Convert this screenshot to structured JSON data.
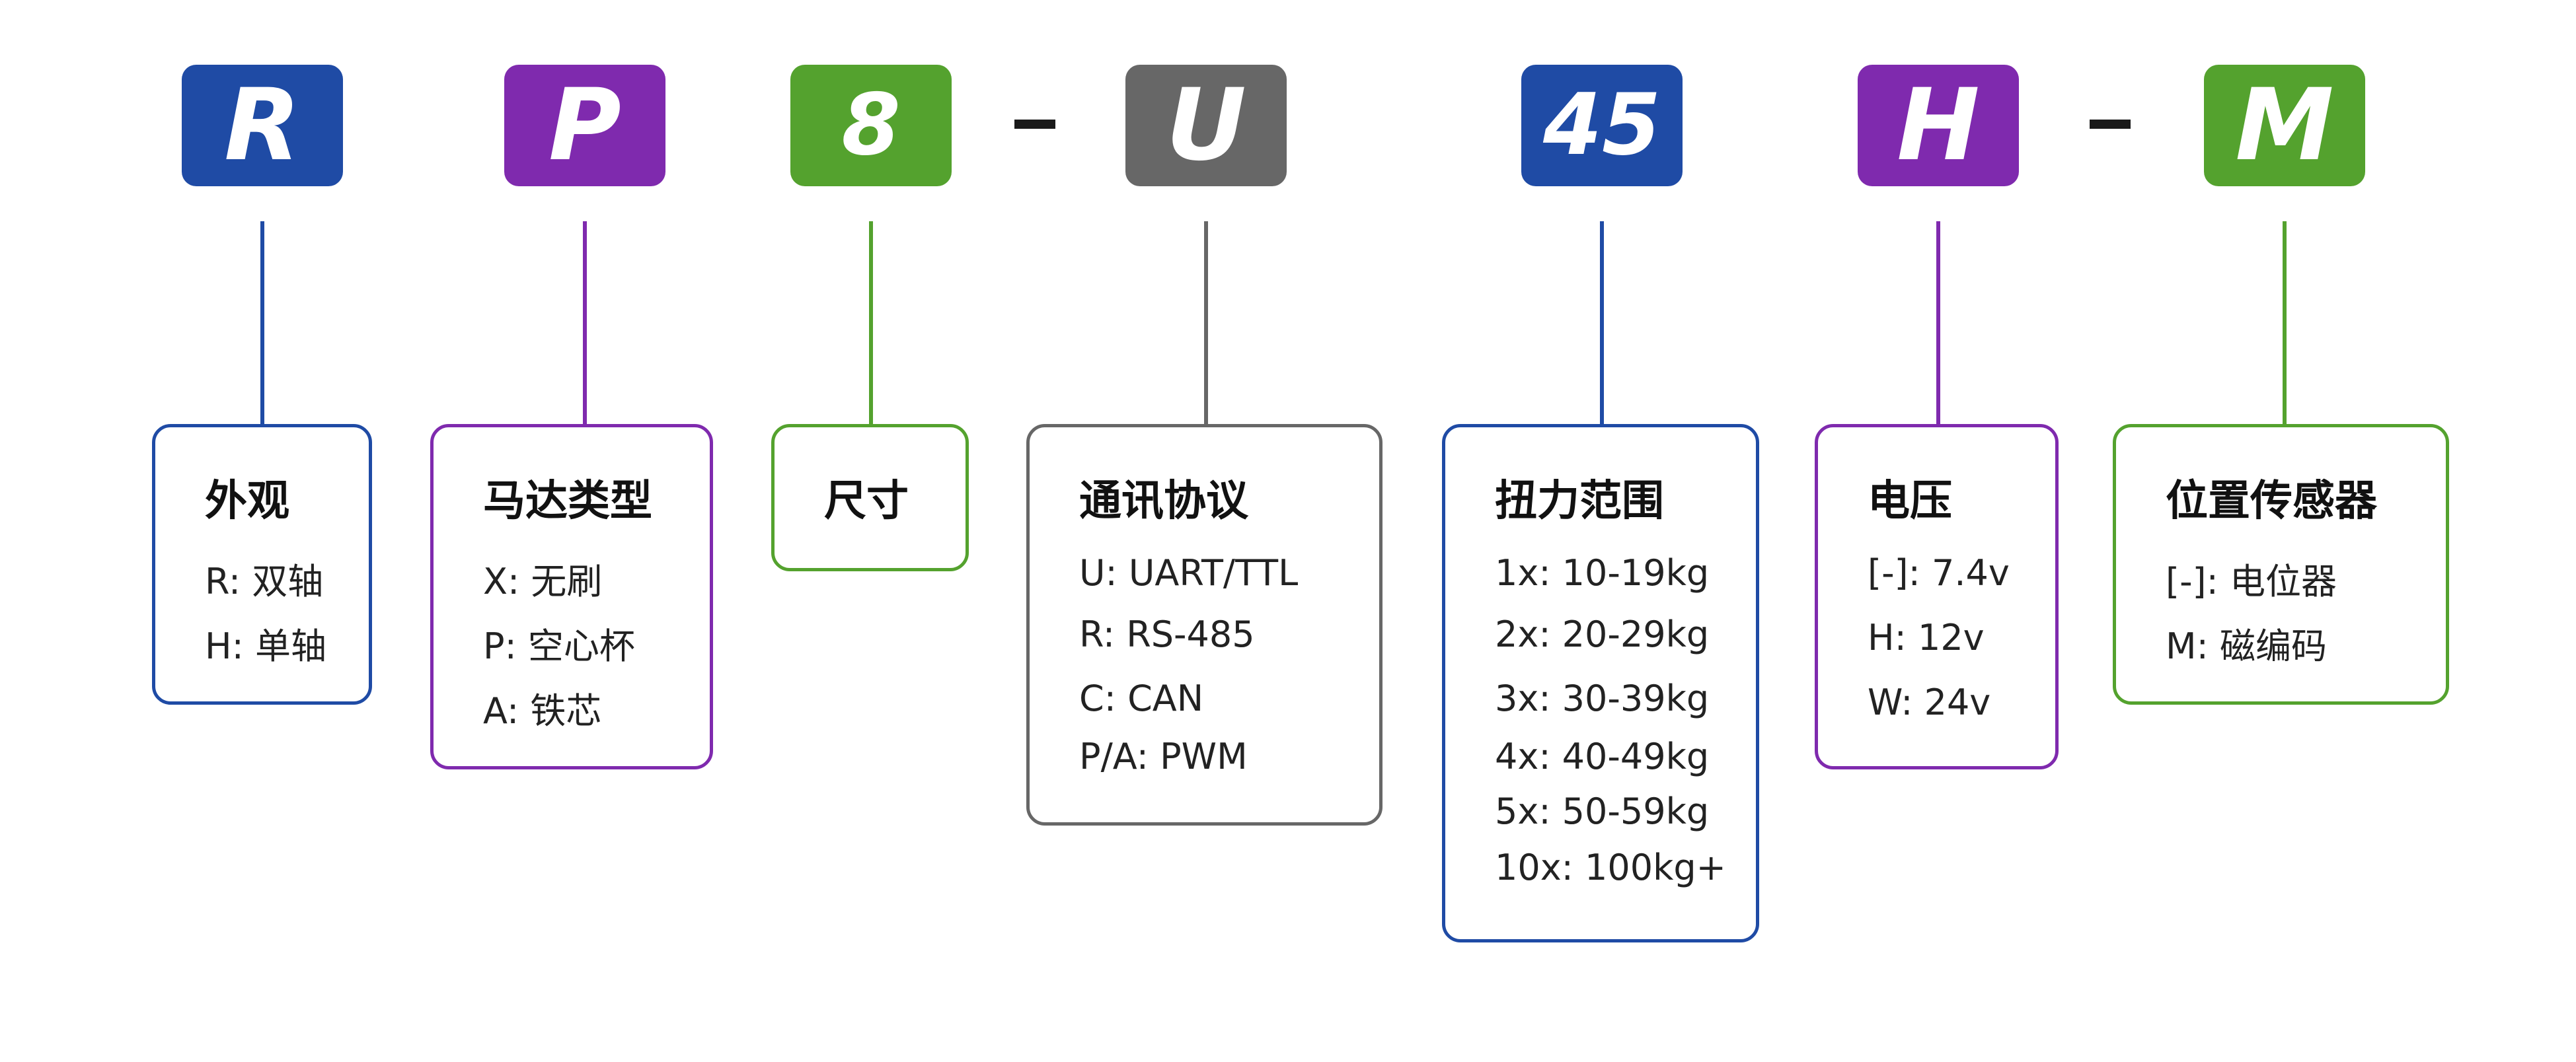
{
  "colors": {
    "blue": "#1f4ba5",
    "purple": "#7f2aae",
    "green": "#54a22e",
    "gray": "#676767"
  },
  "code": {
    "r": "R",
    "p": "P",
    "n8": "8",
    "dash1": "-",
    "u": "U",
    "n45": "45",
    "h": "H",
    "dash2": "-",
    "m": "M"
  },
  "sections": {
    "appearance": {
      "title": "外观",
      "items": [
        "R: 双轴",
        "H: 单轴"
      ]
    },
    "motor_type": {
      "title": "马达类型",
      "items": [
        "X: 无刷",
        "P: 空心杯",
        "A: 铁芯"
      ]
    },
    "size": {
      "title": "尺寸",
      "items": []
    },
    "protocol": {
      "title": "通讯协议",
      "items": [
        "U: UART/TTL",
        "R: RS-485",
        "C: CAN",
        "P/A: PWM"
      ]
    },
    "torque": {
      "title": "扭力范围",
      "items": [
        "1x: 10-19kg",
        "2x: 20-29kg",
        "3x: 30-39kg",
        "4x: 40-49kg",
        "5x: 50-59kg",
        "10x: 100kg+"
      ]
    },
    "voltage": {
      "title": "电压",
      "items": [
        "[-]: 7.4v",
        "H: 12v",
        "W: 24v"
      ]
    },
    "position_sensor": {
      "title": "位置传感器",
      "items": [
        "[-]: 电位器",
        "M: 磁编码"
      ]
    }
  }
}
